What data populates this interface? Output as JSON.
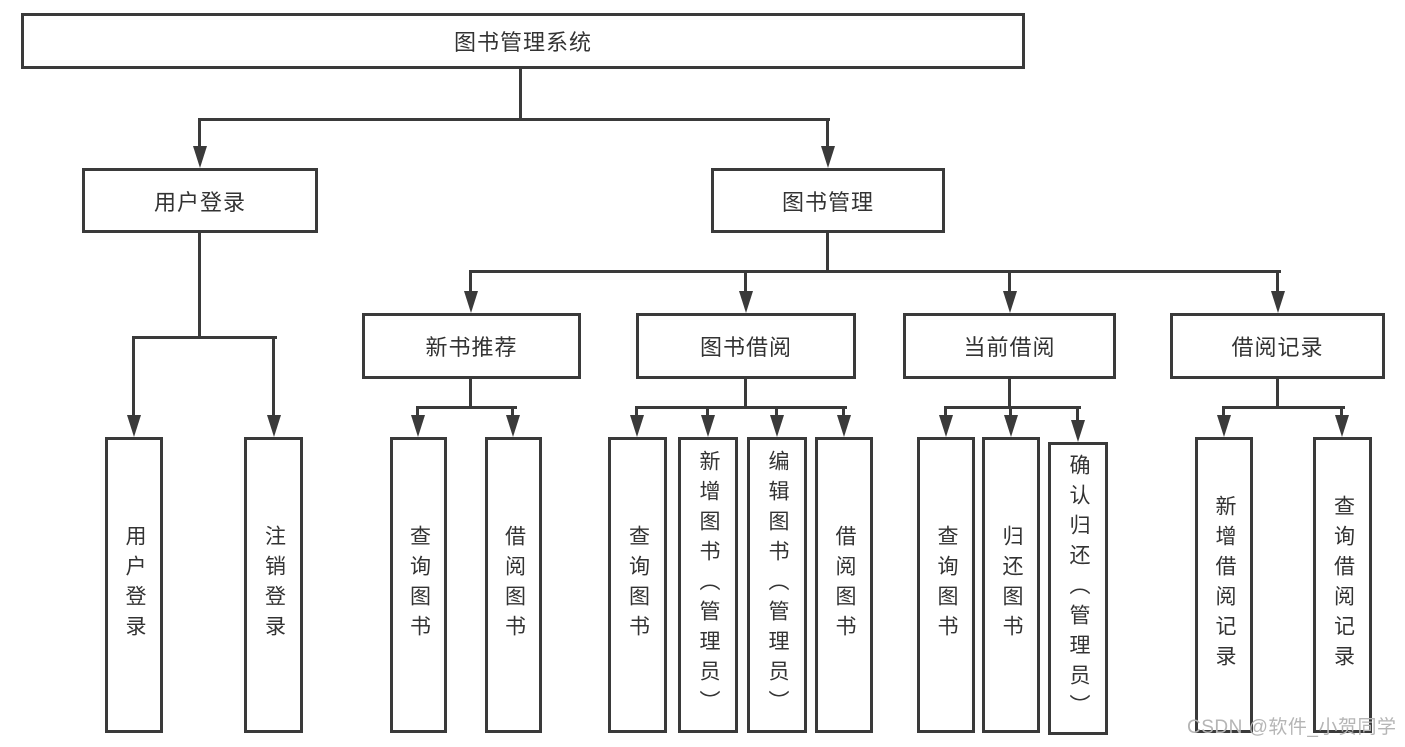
{
  "diagram_title": "图书管理系统",
  "colors": {
    "line": "#3a3a3a",
    "text": "#333333",
    "box_fill": "#ffffff",
    "watermark": "#b5b5b5",
    "background": "#ffffff"
  },
  "tree": {
    "root": {
      "label": "图书管理系统"
    },
    "level2": [
      {
        "label": "用户登录",
        "parent": "图书管理系统"
      },
      {
        "label": "图书管理",
        "parent": "图书管理系统"
      }
    ],
    "level3": [
      {
        "label": "新书推荐",
        "parent": "图书管理"
      },
      {
        "label": "图书借阅",
        "parent": "图书管理"
      },
      {
        "label": "当前借阅",
        "parent": "图书管理"
      },
      {
        "label": "借阅记录",
        "parent": "图书管理"
      }
    ],
    "leaves": [
      {
        "label": "用户登录",
        "parent": "用户登录"
      },
      {
        "label": "注销登录",
        "parent": "用户登录"
      },
      {
        "label": "查询图书",
        "parent": "新书推荐"
      },
      {
        "label": "借阅图书",
        "parent": "新书推荐"
      },
      {
        "label": "查询图书",
        "parent": "图书借阅"
      },
      {
        "label": "新增图书（管理员）",
        "parent": "图书借阅"
      },
      {
        "label": "编辑图书（管理员）",
        "parent": "图书借阅"
      },
      {
        "label": "借阅图书",
        "parent": "图书借阅"
      },
      {
        "label": "查询图书",
        "parent": "当前借阅"
      },
      {
        "label": "归还图书",
        "parent": "当前借阅"
      },
      {
        "label": "确认归还（管理员）",
        "parent": "当前借阅"
      },
      {
        "label": "新增借阅记录",
        "parent": "借阅记录"
      },
      {
        "label": "查询借阅记录",
        "parent": "借阅记录"
      }
    ]
  },
  "watermark": {
    "text": "CSDN @软件_小贺同学"
  }
}
